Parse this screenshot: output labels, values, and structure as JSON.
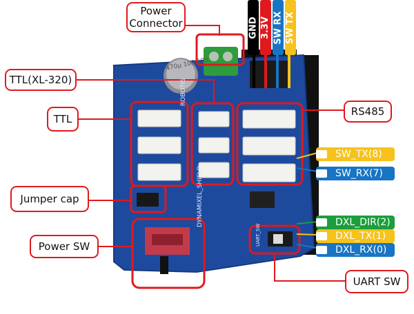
{
  "callouts": {
    "power_connector": "Power\nConnector",
    "ttl_xl320": "TTL(XL-320)",
    "ttl": "TTL",
    "rs485": "RS485",
    "jumper_cap": "Jumper cap",
    "power_sw": "Power SW",
    "uart_sw": "UART SW"
  },
  "pin_labels": {
    "gnd": "GND",
    "v33": "3.3V",
    "sw_rx": "SW RX",
    "sw_tx": "SW TX"
  },
  "signals": {
    "sw_tx8": "SW_TX(8)",
    "sw_rx7": "SW_RX(7)",
    "dxl_dir2": "DXL_DIR(2)",
    "dxl_tx1": "DXL_TX(1)",
    "dxl_rx0": "DXL_RX(0)"
  },
  "board_text": {
    "capacitor": "470μ\n100\n50V",
    "robotis": "ROBOTIS",
    "shield_name": "DYNAMIXEL_SHIELD",
    "uart": "UART_SW"
  },
  "colors": {
    "callout_border": "#e0191c",
    "board": "#1e4a9e",
    "gnd": "#000000",
    "v33": "#e0191c",
    "sw_rx": "#1775c4",
    "sw_tx": "#f6c21c"
  }
}
